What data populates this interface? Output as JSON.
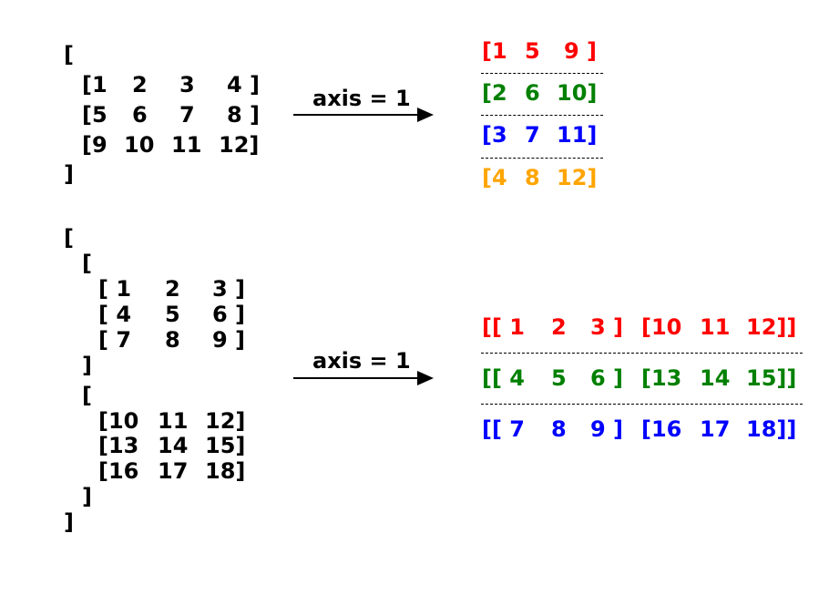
{
  "colors": {
    "red": "#ff0000",
    "green": "#008000",
    "blue": "#0000ff",
    "orange": "#ffa500"
  },
  "example1": {
    "open": "[",
    "close": "]",
    "rows": [
      [
        "[1",
        "2",
        "3",
        "4 ]"
      ],
      [
        "[5",
        "6",
        "7",
        "8 ]"
      ],
      [
        "[9",
        "10",
        "11",
        "12]"
      ]
    ],
    "arrow_label": "axis = 1",
    "result": [
      {
        "cells": [
          "[1",
          "5",
          "9 ]"
        ],
        "color": "#ff0000"
      },
      {
        "cells": [
          "[2",
          "6",
          "10]"
        ],
        "color": "#008000"
      },
      {
        "cells": [
          "[3",
          "7",
          "11]"
        ],
        "color": "#0000ff"
      },
      {
        "cells": [
          "[4",
          "8",
          "12]"
        ],
        "color": "#ffa500"
      }
    ]
  },
  "example2": {
    "open": "[",
    "close": "]",
    "block1": {
      "open": "[",
      "close": "]",
      "rows": [
        [
          "[ 1",
          "2",
          "3 ]"
        ],
        [
          "[ 4",
          "5",
          "6 ]"
        ],
        [
          "[ 7",
          "8",
          "9 ]"
        ]
      ]
    },
    "block2": {
      "open": "[",
      "close": "]",
      "rows": [
        [
          "[10",
          "11",
          "12]"
        ],
        [
          "[13",
          "14",
          "15]"
        ],
        [
          "[16",
          "17",
          "18]"
        ]
      ]
    },
    "arrow_label": "axis = 1",
    "result": [
      {
        "cells": [
          "[[ 1",
          "2",
          "3 ]",
          "[10",
          "11",
          "12]]"
        ],
        "color": "#ff0000"
      },
      {
        "cells": [
          "[[ 4",
          "5",
          "6 ]",
          "[13",
          "14",
          "15]]"
        ],
        "color": "#008000"
      },
      {
        "cells": [
          "[[ 7",
          "8",
          "9 ]",
          "[16",
          "17",
          "18]]"
        ],
        "color": "#0000ff"
      }
    ]
  }
}
